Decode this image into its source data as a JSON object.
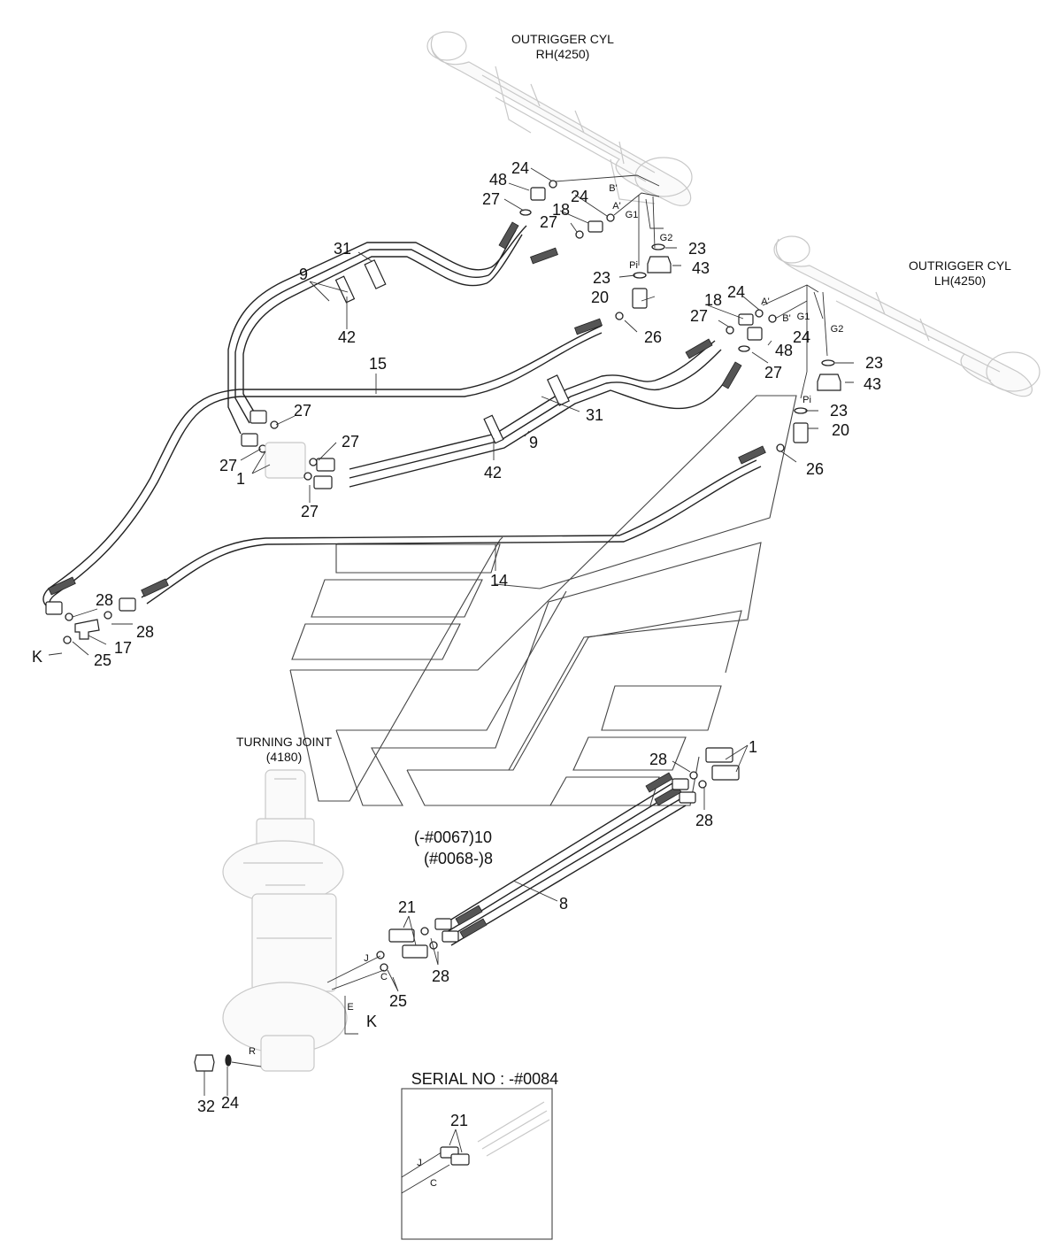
{
  "titles": {
    "rh_cyl_line1": "OUTRIGGER CYL",
    "rh_cyl_line2": "RH(4250)",
    "lh_cyl_line1": "OUTRIGGER CYL",
    "lh_cyl_line2": "LH(4250)",
    "turning_joint_line1": "TURNING JOINT",
    "turning_joint_line2": "(4180)",
    "serial": "SERIAL NO : -#0084"
  },
  "variants": {
    "line1": "(-#0067)10",
    "line2": "(#0068-)8"
  },
  "callouts": [
    {
      "id": "c24a",
      "text": "24"
    },
    {
      "id": "c48a",
      "text": "48"
    },
    {
      "id": "c27a",
      "text": "27"
    },
    {
      "id": "c24b",
      "text": "24"
    },
    {
      "id": "c18a",
      "text": "18"
    },
    {
      "id": "c27b",
      "text": "27"
    },
    {
      "id": "c23a",
      "text": "23"
    },
    {
      "id": "c43a",
      "text": "43"
    },
    {
      "id": "c23b",
      "text": "23"
    },
    {
      "id": "c20a",
      "text": "20"
    },
    {
      "id": "c31a",
      "text": "31"
    },
    {
      "id": "c9a",
      "text": "9"
    },
    {
      "id": "c42a",
      "text": "42"
    },
    {
      "id": "c26a",
      "text": "26"
    },
    {
      "id": "c15",
      "text": "15"
    },
    {
      "id": "c24c",
      "text": "24"
    },
    {
      "id": "c18b",
      "text": "18"
    },
    {
      "id": "c27c",
      "text": "27"
    },
    {
      "id": "c24d",
      "text": "24"
    },
    {
      "id": "c48b",
      "text": "48"
    },
    {
      "id": "c27d",
      "text": "27"
    },
    {
      "id": "c23c",
      "text": "23"
    },
    {
      "id": "c43b",
      "text": "43"
    },
    {
      "id": "c23d",
      "text": "23"
    },
    {
      "id": "c20b",
      "text": "20"
    },
    {
      "id": "c31b",
      "text": "31"
    },
    {
      "id": "c9b",
      "text": "9"
    },
    {
      "id": "c42b",
      "text": "42"
    },
    {
      "id": "c26b",
      "text": "26"
    },
    {
      "id": "c27e",
      "text": "27"
    },
    {
      "id": "c27f",
      "text": "27"
    },
    {
      "id": "c27g",
      "text": "27"
    },
    {
      "id": "c1a",
      "text": "1"
    },
    {
      "id": "c27h",
      "text": "27"
    },
    {
      "id": "c14",
      "text": "14"
    },
    {
      "id": "c28a",
      "text": "28"
    },
    {
      "id": "c28b",
      "text": "28"
    },
    {
      "id": "c17",
      "text": "17"
    },
    {
      "id": "cKa",
      "text": "K"
    },
    {
      "id": "c25a",
      "text": "25"
    },
    {
      "id": "c28c",
      "text": "28"
    },
    {
      "id": "c1b",
      "text": "1"
    },
    {
      "id": "c28d",
      "text": "28"
    },
    {
      "id": "c8",
      "text": "8"
    },
    {
      "id": "c21a",
      "text": "21"
    },
    {
      "id": "c28e",
      "text": "28"
    },
    {
      "id": "c25b",
      "text": "25"
    },
    {
      "id": "cKb",
      "text": "K"
    },
    {
      "id": "c32",
      "text": "32"
    },
    {
      "id": "c24e",
      "text": "24"
    },
    {
      "id": "c21b",
      "text": "21"
    }
  ],
  "port_labels": [
    {
      "id": "pBr",
      "text": "B'"
    },
    {
      "id": "pAr",
      "text": "A'"
    },
    {
      "id": "pG1r",
      "text": "G1"
    },
    {
      "id": "pG2r",
      "text": "G2"
    },
    {
      "id": "pPir",
      "text": "Pi"
    },
    {
      "id": "pAl",
      "text": "A'"
    },
    {
      "id": "pBl",
      "text": "B'"
    },
    {
      "id": "pG1l",
      "text": "G1"
    },
    {
      "id": "pG2l",
      "text": "G2"
    },
    {
      "id": "pPil",
      "text": "Pi"
    },
    {
      "id": "pJ",
      "text": "J"
    },
    {
      "id": "pC",
      "text": "C"
    },
    {
      "id": "pE",
      "text": "E"
    },
    {
      "id": "pR",
      "text": "R"
    },
    {
      "id": "pJ2",
      "text": "J"
    },
    {
      "id": "pC2",
      "text": "C"
    }
  ]
}
